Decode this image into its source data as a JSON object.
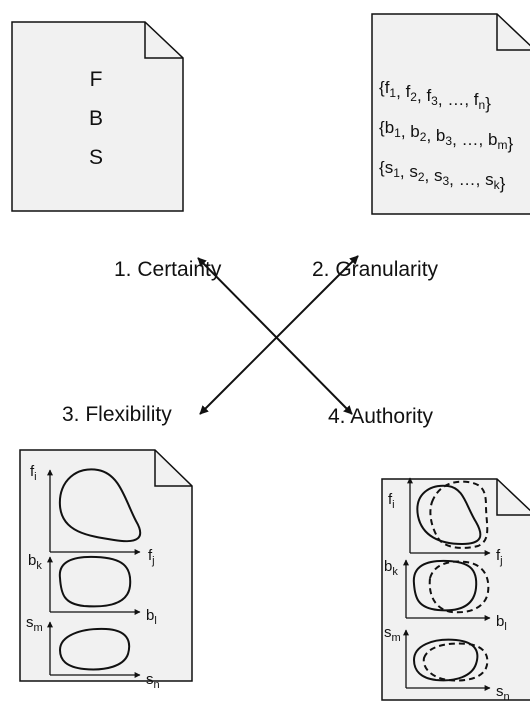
{
  "headings": {
    "certainty": "1. Certainty",
    "granularity": "2. Granularity",
    "flexibility": "3. Flexibility",
    "authority": "4. Authority"
  },
  "certainty_doc": {
    "letters": [
      "F",
      "B",
      "S"
    ]
  },
  "granularity_doc": {
    "sets": [
      {
        "open": "{",
        "items": [
          [
            "f",
            "1"
          ],
          [
            "f",
            "2"
          ],
          [
            "f",
            "3"
          ],
          [
            "…",
            ""
          ],
          [
            "f",
            "n"
          ]
        ],
        "close": "}"
      },
      {
        "open": "{",
        "items": [
          [
            "b",
            "1"
          ],
          [
            "b",
            "2"
          ],
          [
            "b",
            "3"
          ],
          [
            "…",
            ""
          ],
          [
            "b",
            "m"
          ]
        ],
        "close": "}"
      },
      {
        "open": "{",
        "items": [
          [
            "s",
            "1"
          ],
          [
            "s",
            "2"
          ],
          [
            "s",
            "3"
          ],
          [
            "…",
            ""
          ],
          [
            "s",
            "k"
          ]
        ],
        "close": "}"
      }
    ]
  },
  "flexibility_doc": {
    "axes": [
      {
        "y": [
          "f",
          "i"
        ],
        "x": [
          "f",
          "j"
        ]
      },
      {
        "y": [
          "b",
          "k"
        ],
        "x": [
          "b",
          "l"
        ]
      },
      {
        "y": [
          "s",
          "m"
        ],
        "x": [
          "s",
          "n"
        ]
      }
    ]
  },
  "authority_doc": {
    "axes": [
      {
        "y": [
          "f",
          "i"
        ],
        "x": [
          "f",
          "j"
        ]
      },
      {
        "y": [
          "b",
          "k"
        ],
        "x": [
          "b",
          "l"
        ]
      },
      {
        "y": [
          "s",
          "m"
        ],
        "x": [
          "s",
          "n"
        ]
      }
    ]
  },
  "colors": {
    "paper": "#f1f1f1",
    "ink": "#111111"
  }
}
